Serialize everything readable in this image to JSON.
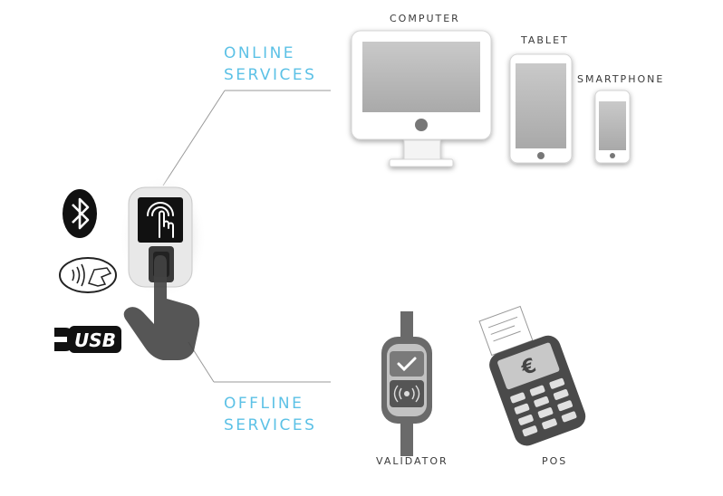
{
  "online": {
    "line1": "ONLINE",
    "line2": "SERVICES"
  },
  "offline": {
    "line1": "OFFLINE",
    "line2": "SERVICES"
  },
  "devices": {
    "computer": "COMPUTER",
    "tablet": "TABLET",
    "smartphone": "SMARTPHONE",
    "validator": "VALIDATOR",
    "pos": "POS"
  },
  "icons": {
    "bluetooth": "bluetooth-icon",
    "contactless": "contactless-icon",
    "usb": "usb-icon",
    "usb_text": "USB"
  },
  "pos_currency": "€",
  "colors": {
    "accent": "#5cc1e6",
    "device_fill": "#bdbdbd",
    "device_dark": "#444444"
  }
}
